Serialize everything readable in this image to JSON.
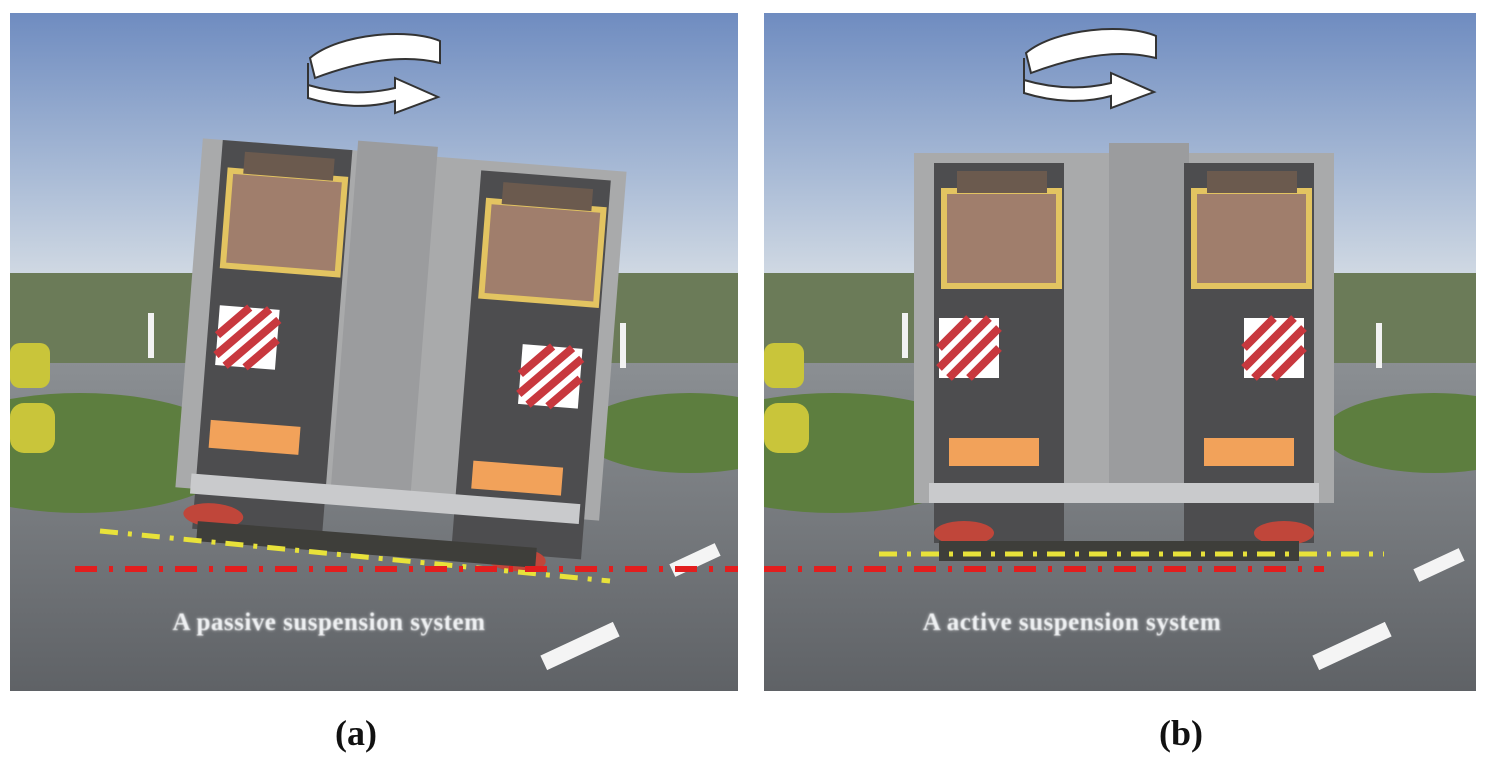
{
  "panels": [
    {
      "label": "(a)",
      "caption": "A passive suspension system",
      "rollDirection": "clockwise",
      "tiltDegrees": 4.5
    },
    {
      "label": "(b)",
      "caption": "A active suspension system",
      "rollDirection": "clockwise",
      "tiltDegrees": 0
    }
  ],
  "colors": {
    "sky": "#7f9bc8",
    "grass": "#6a7d52",
    "road": "#6e7276",
    "truckBody": "#a9aaab",
    "cargo": "#a07e6c",
    "frame": "#e3c461",
    "groundLine": "#e21e1e",
    "axleLine": "#e8e23a"
  }
}
